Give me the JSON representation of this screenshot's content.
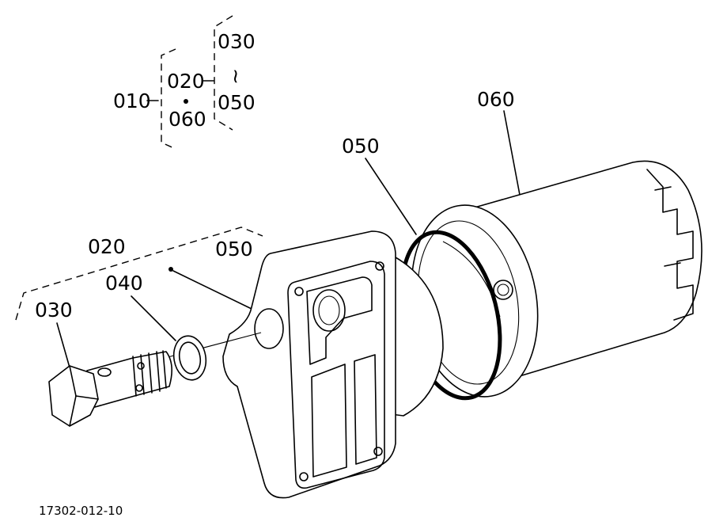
{
  "legend": {
    "assembly": "010",
    "bracket_top": "020",
    "bracket_bottom": "060",
    "range_start": "030",
    "range_tilde": "~",
    "range_end": "050"
  },
  "callouts": {
    "filter": "060",
    "seal_ring": "050",
    "bolt_group": "020",
    "gasket": "040",
    "bolt": "030",
    "housing": "050"
  },
  "reference_number": "17302-012-10"
}
